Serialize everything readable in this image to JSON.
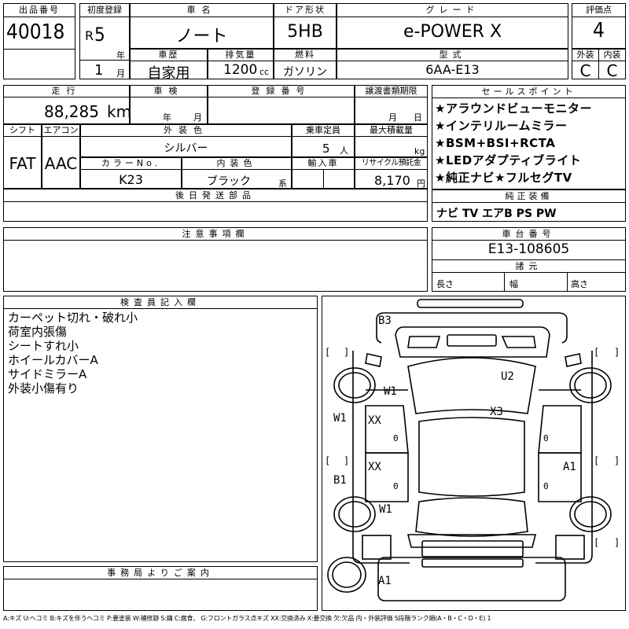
{
  "header": {
    "lot_label": "出品番号",
    "lot_value": "40018",
    "first_reg_label": "初度登録",
    "era": "R",
    "year_value": "5",
    "year_unit": "年",
    "month_value": "1",
    "month_unit": "月",
    "car_name_label": "車名",
    "car_name_value": "ノート",
    "door_label": "ドア形状",
    "door_value": "5HB",
    "grade_label": "グレード",
    "grade_value": "e-POWER X",
    "score_label": "評価点",
    "score_value": "4",
    "history_label": "車歴",
    "history_value": "自家用",
    "displacement_label": "排気量",
    "displacement_value": "1200",
    "displacement_unit": "cc",
    "fuel_label": "燃料",
    "fuel_value": "ガソリン",
    "model_label": "型式",
    "model_value": "6AA-E13",
    "exterior_label": "外装",
    "exterior_value": "C",
    "interior_label": "内装",
    "interior_value": "C"
  },
  "row2": {
    "mileage_label": "走行",
    "mileage_value": "88,285",
    "mileage_unit": "km",
    "inspection_label": "車検",
    "inspection_year_unit": "年",
    "inspection_month_unit": "月",
    "reg_label": "登録番号",
    "transfer_label": "譲渡書類期限",
    "transfer_month_unit": "月",
    "transfer_day_unit": "日",
    "shift_label": "シフト",
    "shift_value": "FAT",
    "ac_label": "エアコン",
    "ac_value": "AAC",
    "ext_color_label": "外装色",
    "ext_color_value": "シルバー",
    "capacity_label": "乗車定員",
    "capacity_value": "5",
    "capacity_unit": "人",
    "load_label": "最大積載量",
    "load_unit": "kg",
    "color_no_label": "カラーNo.",
    "color_no_value": "K23",
    "int_color_label": "内装色",
    "int_color_value": "ブラック",
    "int_color_unit": "系",
    "import_label": "輸入車",
    "recycle_label": "リサイクル預託金",
    "recycle_value": "8,170",
    "recycle_unit": "円",
    "later_parts_label": "後日発送部品"
  },
  "sales_points": {
    "label": "セールスポイント",
    "items": [
      "★アラウンドビューモニター",
      "★インテリルームミラー",
      "★BSM+BSI+RCTA",
      "★LEDアダプティブライト",
      "★純正ナビ★フルセグTV"
    ]
  },
  "equipment": {
    "label": "純正装備",
    "value": "ナビ TV エアB PS PW"
  },
  "notes": {
    "label": "注意事項欄"
  },
  "chassis": {
    "label": "車台番号",
    "value": "E13-108605",
    "dims_label": "諸元",
    "length_label": "長さ",
    "width_label": "幅",
    "height_label": "高さ"
  },
  "inspector": {
    "label": "検査員記入欄",
    "items": [
      "カーペット切れ・破れ小",
      "荷室内張傷",
      "シートすれ小",
      "ホイールカバーA",
      "サイドミラーA",
      "外装小傷有り"
    ]
  },
  "office": {
    "label": "事務局よりご案内"
  },
  "diagram": {
    "marks": {
      "b3": "B3",
      "u2": "U2",
      "w1_left_front": "W1",
      "x3": "X3",
      "w1_left": "W1",
      "xx_front": "XX",
      "xx_rear": "XX",
      "a1_right": "A1",
      "b1": "B1",
      "w1_rear": "W1",
      "a1_bottom": "A1",
      "zero_1": "0",
      "zero_2": "0",
      "zero_3": "0",
      "zero_4": "0"
    }
  },
  "legend": "A:キズ U:ヘコミ B:キズを伴うヘコミ P:要塗装 W:補修跡 S:錆 C:腐食、 G:フロントガラス点キズ XX:交換済み X:要交換 欠:欠品 内・外装評価 5段階ランク順(A・B・C・D・E) 1"
}
